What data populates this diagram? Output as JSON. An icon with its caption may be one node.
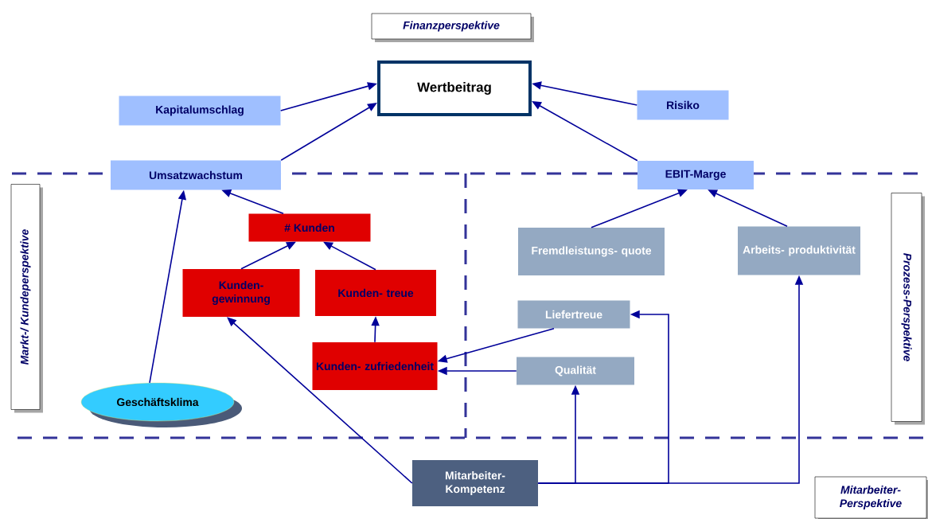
{
  "diagram": {
    "nodes": [
      {
        "text": [
          "Finanzperspektive"
        ]
      },
      {
        "text": [
          "Wertbeitrag"
        ]
      },
      {
        "text": [
          "Kapitalumschlag"
        ]
      },
      {
        "text": [
          "Risiko"
        ]
      },
      {
        "text": [
          "Umsatzwachstum"
        ]
      },
      {
        "text": [
          "EBIT-Marge"
        ]
      },
      {
        "text": [
          "Markt-/ Kundeperspektive"
        ]
      },
      {
        "text": [
          "# Kunden"
        ]
      },
      {
        "text": [
          "Fremdleistungs- quote"
        ]
      },
      {
        "text": [
          "Arbeits- produktivität"
        ]
      },
      {
        "text": [
          "Kunden- gewinnung"
        ]
      },
      {
        "text": [
          "Kunden- treue"
        ]
      },
      {
        "text": [
          "Prozess-Perspektive"
        ]
      },
      {
        "text": [
          "Liefertreue"
        ]
      },
      {
        "text": [
          "Kunden- zufriedenheit"
        ]
      },
      {
        "text": [
          "Qualität"
        ]
      },
      {
        "text": [
          "Geschäftsklima"
        ]
      },
      {
        "text": [
          "Mitarbeiter- Kompetenz"
        ]
      },
      {
        "text": [
          "Mitarbeiter- Perspektive"
        ]
      }
    ],
    "edges": [
      {
        "from": 2,
        "to": 1,
        "arrow": "to"
      },
      {
        "from": 4,
        "to": 1,
        "arrow": "to"
      },
      {
        "from": 3,
        "to": 1,
        "arrow": "to"
      },
      {
        "from": 5,
        "to": 1,
        "arrow": "to"
      },
      {
        "from": 7,
        "to": 4,
        "arrow": "to"
      },
      {
        "from": 16,
        "to": 4,
        "arrow": "to"
      },
      {
        "from": 10,
        "to": 7,
        "arrow": "to"
      },
      {
        "from": 11,
        "to": 7,
        "arrow": "to"
      },
      {
        "from": 14,
        "to": 11,
        "arrow": "to"
      },
      {
        "from": 13,
        "to": 14,
        "arrow": "to"
      },
      {
        "from": 15,
        "to": 14,
        "arrow": "to"
      },
      {
        "from": 17,
        "to": 10,
        "arrow": "to"
      },
      {
        "from": 8,
        "to": 5,
        "arrow": "to"
      },
      {
        "from": 9,
        "to": 5,
        "arrow": "to"
      },
      {
        "from": 17,
        "to": 15,
        "arrow": "to"
      },
      {
        "from": 17,
        "to": 13,
        "arrow": "to"
      },
      {
        "from": 17,
        "to": 9,
        "arrow": "to"
      }
    ]
  }
}
